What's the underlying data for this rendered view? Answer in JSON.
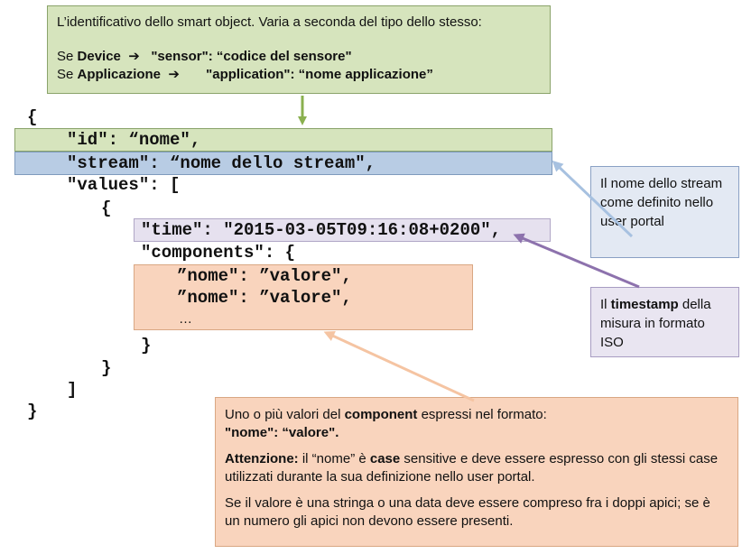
{
  "top_callout": {
    "line1": "L’identificativo dello smart object. Varia a seconda del tipo dello stesso:",
    "device_prefix": "Se ",
    "device_label": "Device",
    "device_value": "\"sensor\": “codice del sensore\"",
    "app_prefix": "Se ",
    "app_label": "Applicazione",
    "app_value": "\"application\": “nome applicazione”"
  },
  "code": {
    "open_brace": "{",
    "id_line": "\"id\": “nome\",",
    "stream_line": "\"stream\": “nome dello stream\",",
    "values_line": "\"values\": [",
    "inner_open": "{",
    "time_line": "\"time\": \"2015-03-05T09:16:08+0200\",",
    "components_line": "\"components\": {",
    "comp1": "”nome\": ”valore\",",
    "comp2": "”nome\": ”valore\",",
    "ellipsis": "…",
    "comp_close": "}",
    "inner_close": "}",
    "array_close": "]",
    "close_brace": "}"
  },
  "stream_callout": {
    "text": "Il nome dello stream come definito nello user portal"
  },
  "time_callout": {
    "prefix": "Il ",
    "bold": "timestamp",
    "suffix": " della misura in formato ISO"
  },
  "comp_callout": {
    "p1_prefix": "Uno o più valori del ",
    "p1_bold": "component",
    "p1_suffix": " espressi nel formato:",
    "p1_format": " \"nome\": “valore\".",
    "p2_bold1": "Attenzione:",
    "p2_mid1": " il “nome” è ",
    "p2_bold2": "case",
    "p2_rest": " sensitive e deve essere espresso con gli stessi case utilizzati durante la sua definizione nello user portal.",
    "p3": "Se il valore è una stringa o una data deve essere compreso fra i doppi apici; se è un numero gli apici non devono essere presenti."
  },
  "colors": {
    "green": "#d6e4bd",
    "blue": "#b8cce4",
    "lavender": "#e6e1ef",
    "peach": "#f9d4bd"
  }
}
